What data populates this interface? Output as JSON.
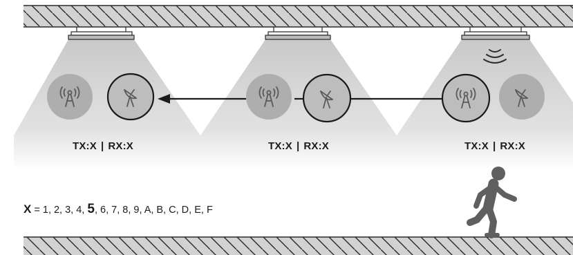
{
  "colors": {
    "hatch_fill": "#cfcfcf",
    "hatch_stroke": "#2a2a2a",
    "beam_top": "#c9c9c9",
    "beam_bottom": "#ffffff",
    "inactive_circle": "#aeaeae",
    "active_circle_fill": "#bdbdbd",
    "outline": "#1a1a1a",
    "person": "#5f5f5f"
  },
  "nodes": [
    {
      "label": {
        "tx": "TX:X",
        "sep": "|",
        "rx": "RX:X"
      },
      "transmitter_icon": "antenna-broadcast-icon",
      "receiver_icon": "satellite-dish-icon",
      "transmitter_active": false,
      "receiver_active": true
    },
    {
      "label": {
        "tx": "TX:X",
        "sep": "|",
        "rx": "RX:X"
      },
      "transmitter_icon": "antenna-broadcast-icon",
      "receiver_icon": "satellite-dish-icon",
      "transmitter_active": true,
      "receiver_active": true
    },
    {
      "label": {
        "tx": "TX:X",
        "sep": "|",
        "rx": "RX:X"
      },
      "transmitter_icon": "antenna-broadcast-icon",
      "receiver_icon": "satellite-dish-icon",
      "transmitter_active": true,
      "receiver_active": false,
      "motion_detected": true
    }
  ],
  "legend": {
    "symbol": "X",
    "equals": " = ",
    "before": "1, 2, 3, 4, ",
    "highlight": "5",
    "after": ", 6, 7, 8, 9, A, B, C, D, E, F"
  },
  "icons": [
    "antenna-broadcast-icon",
    "satellite-dish-icon",
    "motion-waves-icon",
    "walking-person-icon",
    "arrow-left-icon"
  ]
}
